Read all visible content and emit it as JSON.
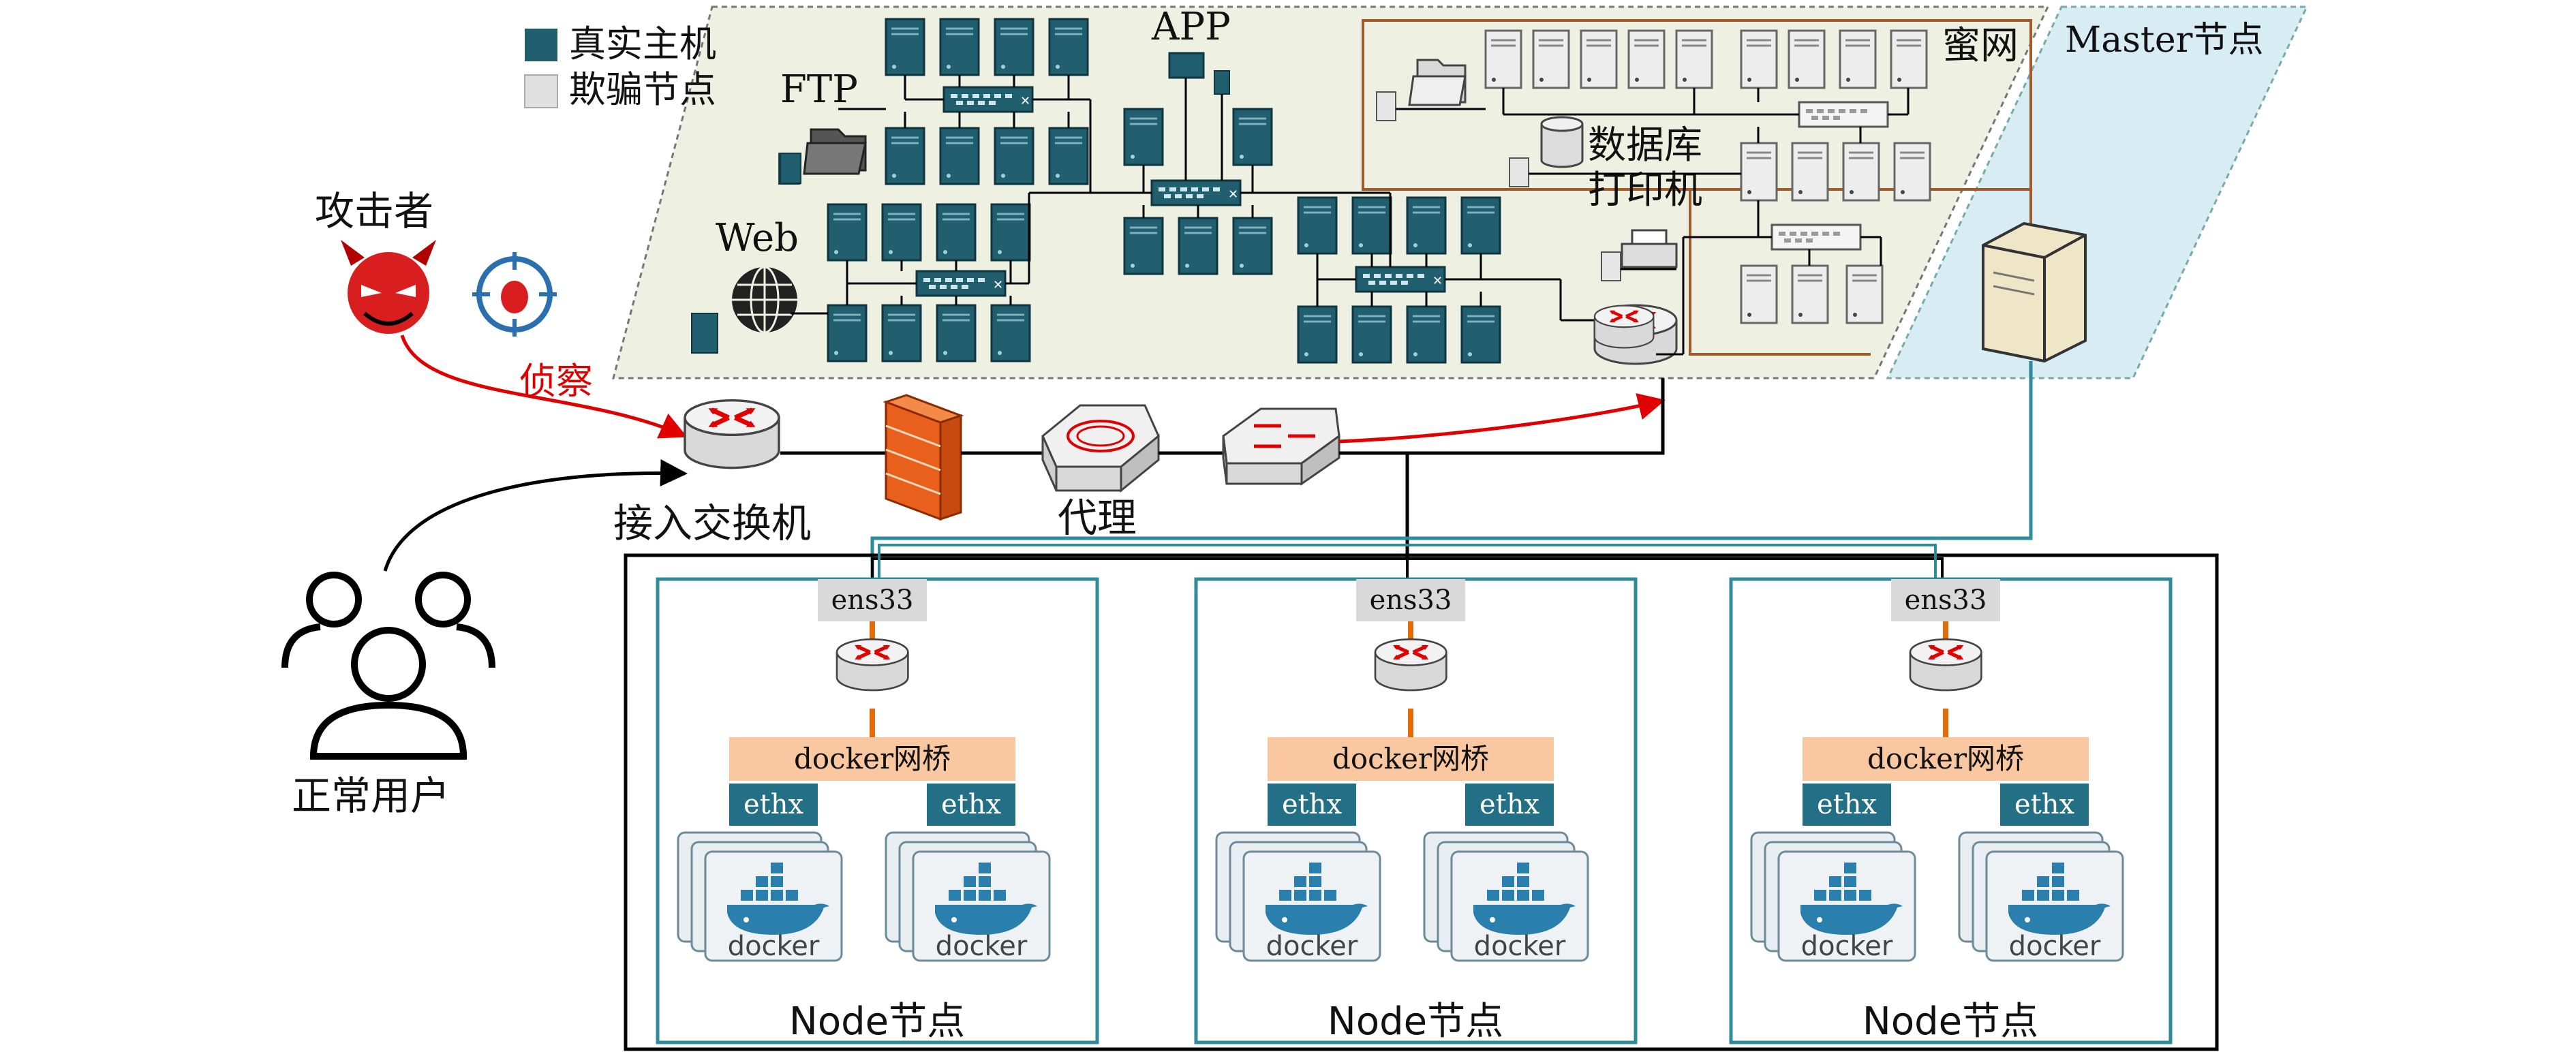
{
  "legend": {
    "real_host": "真实主机",
    "decoy_node": "欺骗节点",
    "real_color": "#215e6e",
    "decoy_color": "#e0e0e0"
  },
  "zone_labels": {
    "ftp": "FTP",
    "app": "APP",
    "web": "Web",
    "honeynet": "蜜网",
    "database": "数据库",
    "printer": "打印机",
    "master": "Master节点"
  },
  "left": {
    "attacker": "攻击者",
    "recon": "侦察",
    "access_switch": "接入交换机",
    "normal_users": "正常用户"
  },
  "chain": {
    "proxy": "代理"
  },
  "nodes": [
    {
      "title": "Node节点",
      "nic": "ens33",
      "bridge": "docker网桥",
      "eth_left": "ethx",
      "eth_right": "ethx",
      "docker_left": "docker",
      "docker_right": "docker"
    },
    {
      "title": "Node节点",
      "nic": "ens33",
      "bridge": "docker网桥",
      "eth_left": "ethx",
      "eth_right": "ethx",
      "docker_left": "docker",
      "docker_right": "docker"
    },
    {
      "title": "Node节点",
      "nic": "ens33",
      "bridge": "docker网桥",
      "eth_left": "ethx",
      "eth_right": "ethx",
      "docker_left": "docker",
      "docker_right": "docker"
    }
  ],
  "colors": {
    "zone_bg": "#eef1e2",
    "master_bg": "#d8ecf3",
    "teal": "#2e8b9a",
    "orange_line": "#e36c09",
    "bridge_fill": "#f9c7a0",
    "eth_fill": "#236f85",
    "nic_fill": "#d9d9d9",
    "red_arrow": "#e00000",
    "honeynet_border": "#a05a2c"
  }
}
